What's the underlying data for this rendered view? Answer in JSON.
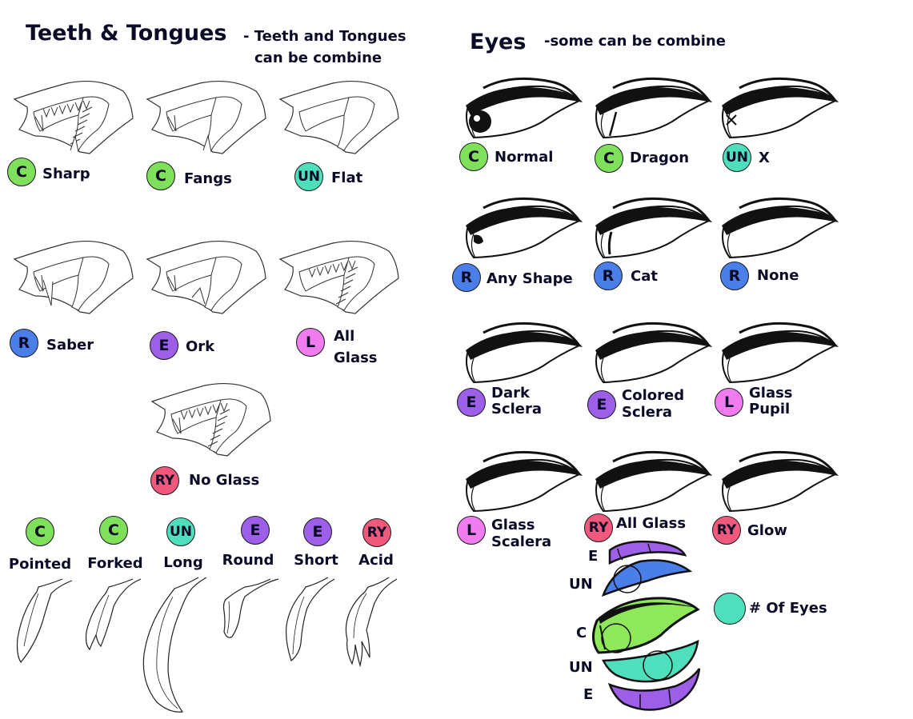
{
  "teeth_section": {
    "title": "Teeth & Tongues",
    "subtitle_line1": "- Teeth and Tongues",
    "subtitle_line2": "can be combine",
    "teeth": [
      {
        "badge": "C",
        "label": "Sharp",
        "rarity_color": "#7fe05c"
      },
      {
        "badge": "C",
        "label": "Fangs",
        "rarity_color": "#7fe05c"
      },
      {
        "badge": "UN",
        "label": "Flat",
        "rarity_color": "#4ee0bd"
      },
      {
        "badge": "R",
        "label": "Saber",
        "rarity_color": "#4a7ee8"
      },
      {
        "badge": "E",
        "label": "Ork",
        "rarity_color": "#9d5ee8"
      },
      {
        "badge": "L",
        "label": "All\nGlass",
        "rarity_color": "#f07cf0"
      },
      {
        "badge": "RY",
        "label": "No Glass",
        "rarity_color": "#f0587c"
      }
    ],
    "tongues": [
      {
        "badge": "C",
        "label": "Pointed"
      },
      {
        "badge": "C",
        "label": "Forked"
      },
      {
        "badge": "UN",
        "label": "Long"
      },
      {
        "badge": "E",
        "label": "Round"
      },
      {
        "badge": "E",
        "label": "Short"
      },
      {
        "badge": "RY",
        "label": "Acid"
      }
    ]
  },
  "eyes_section": {
    "title": "Eyes",
    "subtitle": "-some can be combine",
    "eyes": [
      {
        "badge": "C",
        "label": "Normal"
      },
      {
        "badge": "C",
        "label": "Dragon"
      },
      {
        "badge": "UN",
        "label": "X"
      },
      {
        "badge": "R",
        "label": "Any Shape"
      },
      {
        "badge": "R",
        "label": "Cat"
      },
      {
        "badge": "R",
        "label": "None"
      },
      {
        "badge": "E",
        "label": "Dark\nSclera"
      },
      {
        "badge": "E",
        "label": "Colored\nSclera"
      },
      {
        "badge": "L",
        "label": "Glass\nPupil"
      },
      {
        "badge": "L",
        "label": "Glass\nScalera"
      },
      {
        "badge": "RY",
        "label": "All Glass"
      },
      {
        "badge": "RY",
        "label": "Glow"
      }
    ],
    "count_legend": {
      "label": "# Of Eyes",
      "tiers": [
        "E",
        "UN",
        "C",
        "UN",
        "E"
      ]
    }
  },
  "colors": {
    "C": "#7fe05c",
    "UN": "#4ee0bd",
    "R": "#4a7ee8",
    "E": "#9d5ee8",
    "L": "#f07cf0",
    "RY": "#f0587c"
  }
}
